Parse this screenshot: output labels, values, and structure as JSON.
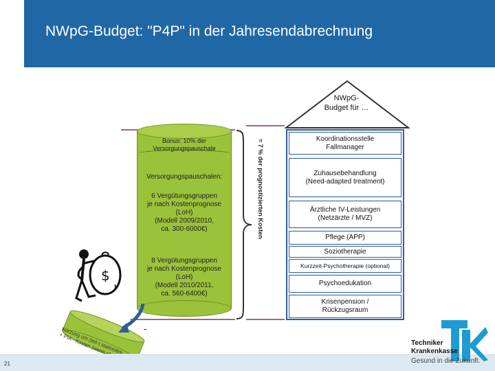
{
  "slide": {
    "title": "NWpG-Budget: \"P4P\" in der Jahresendabrechnung",
    "page_number": "21"
  },
  "cylinder": {
    "bonus_line1": "Bonus: 10% der",
    "bonus_line2": "Versorgungspauschale",
    "pauschalen_title": "Versorgungspauschalen:",
    "group1": [
      "6 Vergütungsgruppen",
      "je nach Kostenprognose",
      "(LoH)",
      "(Modell 2009/2010,",
      "ca. 300-6000€)"
    ],
    "group2": [
      "8 Vergütungsgruppen",
      "je nach Kostenprognose",
      "(LoH)",
      "(Modell 2010/2011,",
      "ca. 560-6400€)"
    ]
  },
  "brace_label": "= 7 % der prognostizierten Kosten",
  "house": {
    "roof_line1": "NWpG-",
    "roof_line2": "Budget für …",
    "boxes": [
      {
        "line1": "Koordinationsstelle",
        "line2": "Fallmanager"
      },
      {
        "line1": "Zuhausebehandlung",
        "line2": "(Need-adapted treatment)"
      },
      {
        "line1": "Ärztliche IV-Leistungen",
        "line2": "(Netzärzte / MVZ)"
      },
      {
        "line1": "Pflege (APP)",
        "line2": ""
      },
      {
        "line1": "Soziotherapie",
        "line2": ""
      },
      {
        "line1": "Kurzzeit-Psychotherapie (optional)",
        "line2": ""
      },
      {
        "line1": "Psychoedukation",
        "line2": ""
      },
      {
        "line1": "Krisenpension /",
        "line2": "Rückzugsraum"
      }
    ]
  },
  "disk": {
    "lines": [
      "Kürzung um (teil-) stationäre",
      "+ PIA - Kosten (wenn abgerechnet)"
    ]
  },
  "arrow_label": "-",
  "logo": {
    "line1": "Techniker",
    "line2": "Krankenkasse",
    "line3": "Gesund in die Zukunft."
  },
  "colors": {
    "header": "#2067a5",
    "cylinder": "#9bc23b",
    "house_border": "#2f5f9a",
    "logo": "#1f9bd2"
  }
}
